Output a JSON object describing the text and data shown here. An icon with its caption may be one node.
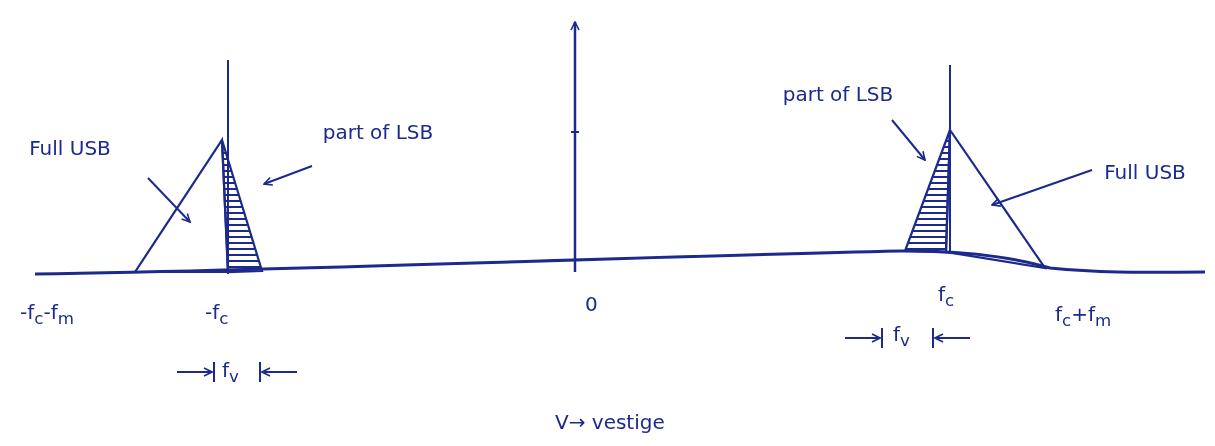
{
  "diagram": {
    "nodes": [
      {
        "text": [
          "Full USB"
        ]
      },
      {
        "text": [],
        "shape": "triangle"
      },
      {
        "text": [
          "part of LSB"
        ]
      },
      {
        "text": [],
        "shape": "triangle"
      },
      {
        "text": [
          "part of LSB"
        ]
      },
      {
        "text": [],
        "shape": "triangle"
      },
      {
        "text": [
          "Full USB"
        ]
      },
      {
        "text": [],
        "shape": "triangle"
      }
    ],
    "edges": [
      {
        "from": 0,
        "to": 1,
        "arrow": "to"
      },
      {
        "from": 2,
        "to": 3,
        "arrow": "to"
      },
      {
        "from": 4,
        "to": 5,
        "arrow": "to"
      },
      {
        "from": 6,
        "to": 7,
        "arrow": "to"
      }
    ],
    "labels": [
      "-f$_{c}$-f$_{m}$",
      "-f$_{c}$",
      "0",
      "f$_{c}$",
      "f$_{c}$+f$_{m}$",
      "f$_{v}$",
      "f$_{v}$",
      "V→ vestige"
    ]
  }
}
